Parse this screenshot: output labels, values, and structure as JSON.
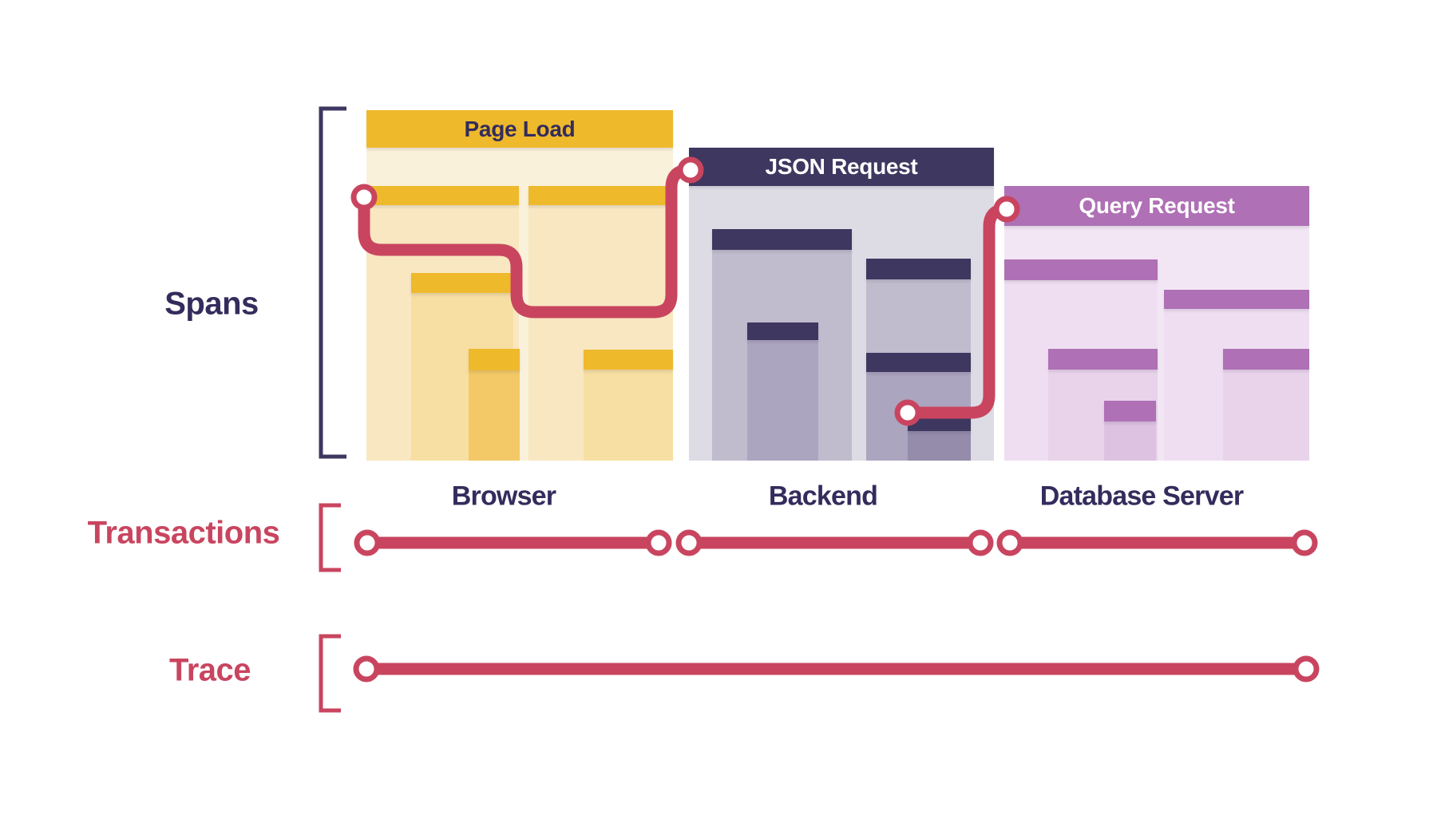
{
  "diagram": {
    "title_concepts": {
      "spans_label": "Spans",
      "transactions_label": "Transactions",
      "trace_label": "Trace"
    },
    "services": [
      {
        "id": "browser",
        "transaction_title": "Page Load",
        "service_label": "Browser"
      },
      {
        "id": "backend",
        "transaction_title": "JSON Request",
        "service_label": "Backend"
      },
      {
        "id": "database",
        "transaction_title": "Query Request",
        "service_label": "Database Server"
      }
    ],
    "colors": {
      "accent-red": "#C9455F",
      "navy": "#3E3760",
      "text-navy": "#332C5C",
      "amber": "#EFB92C",
      "y-bg0": "#FAF1DA",
      "y-b1": "#F8E7C1",
      "y-b2": "#F7DFA3",
      "y-b3": "#F3C967",
      "n-bg0": "#DDDBE4",
      "n-b1": "#C0BBCD",
      "n-b2": "#ACA5BF",
      "n-b3": "#948CAA",
      "purple": "#AF70B5",
      "p-bg0": "#F3E6F4",
      "p-b1": "#EFDEF1",
      "p-b2": "#E8D3EB",
      "p-b3": "#DEC2E2"
    }
  }
}
